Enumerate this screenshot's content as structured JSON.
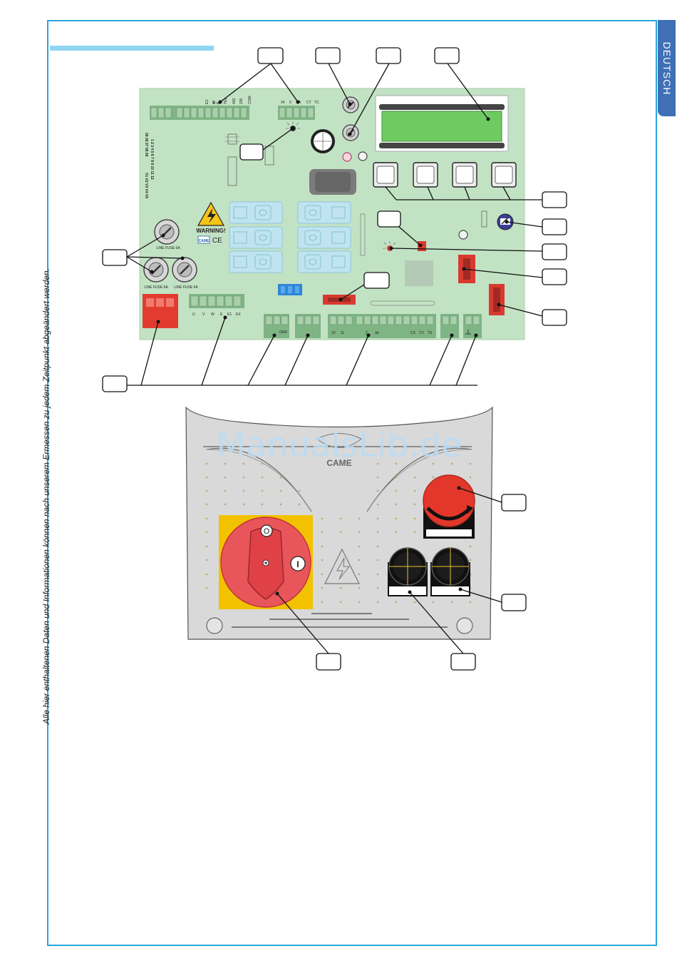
{
  "language_tab": "DEUTSCH",
  "disclaimer": "Alle hier enthaltenen Daten und Informationen  können nach unserem Ermessen zu jedem Zeitpunkt abgeändert werden.",
  "watermark": "ManualsLib.de",
  "board": {
    "top_left_terminals": [
      "E3",
      "W",
      "E",
      "TEL",
      "400",
      "230",
      "COM"
    ],
    "top_right_terminals": [
      "24",
      "0",
      "1A",
      "CT",
      "TC"
    ],
    "rotary_numbers": [
      "1 2 3 4 5 6 7 8 9 10 11 12",
      "05 06 07 08 09",
      "V1 V2 V3 V4 V5"
    ],
    "warning_label": "WARNING!",
    "brand": "CAME",
    "ce": "CE",
    "fuse_label": "LINE FUSE 6A",
    "motor_terminals": [
      "U",
      "V",
      "W",
      "E",
      "E1",
      "EX"
    ],
    "gnd_label": "GND",
    "bottom_terminals_left": [
      "10",
      "11"
    ],
    "bottom_terminals_mid": [
      "2",
      "3p"
    ],
    "bottom_terminals_right": [
      "CX",
      "CY",
      "TS"
    ]
  },
  "panel": {
    "brand": "CAME",
    "switch_off": "O",
    "switch_on": "I"
  }
}
